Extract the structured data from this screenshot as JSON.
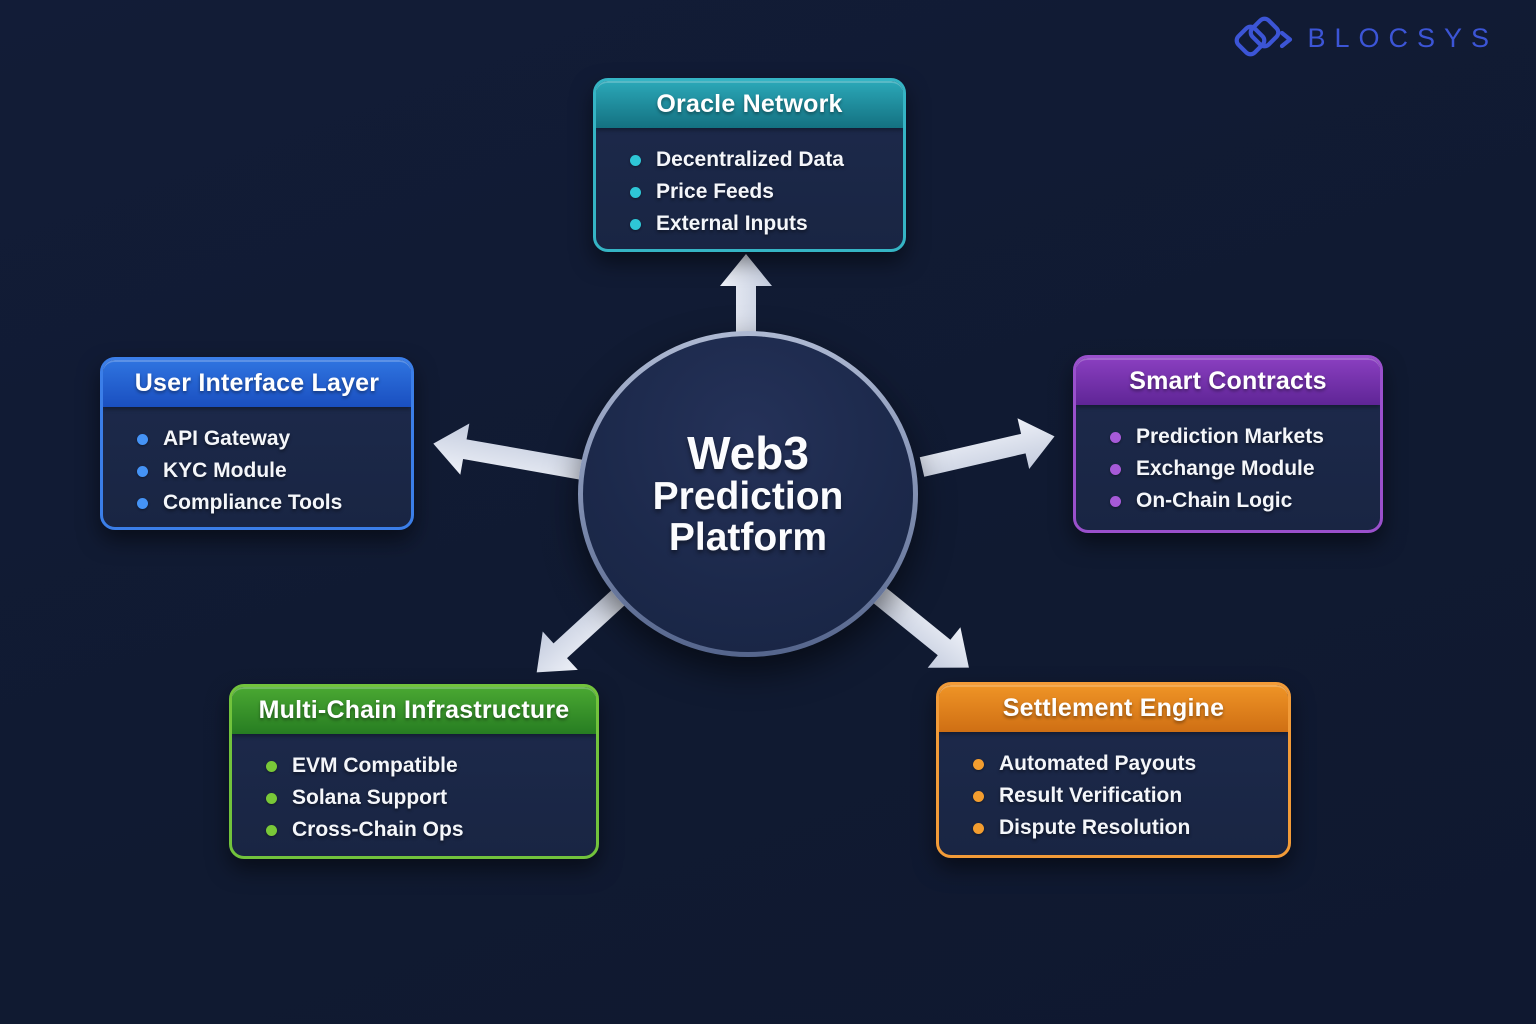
{
  "logo": {
    "label": "BLOCSYS",
    "icon": "blocsys-chainlink-icon",
    "color": "#3c55d6"
  },
  "center": {
    "line1": "Web3",
    "line2": "Prediction",
    "line3": "Platform"
  },
  "boxes": {
    "oracle": {
      "title": "Oracle Network",
      "items": [
        "Decentralized Data",
        "Price Feeds",
        "External Inputs"
      ],
      "colors": {
        "border": "#35b4c4",
        "head1": "#2ba8b8",
        "head2": "#147181",
        "bullet": "#2ec6d6"
      }
    },
    "ui": {
      "title": "User Interface Layer",
      "items": [
        "API Gateway",
        "KYC Module",
        "Compliance Tools"
      ],
      "colors": {
        "border": "#3b7ee8",
        "head1": "#2f74e0",
        "head2": "#1a4fc0",
        "bullet": "#4593f5"
      }
    },
    "contracts": {
      "title": "Smart Contracts",
      "items": [
        "Prediction Markets",
        "Exchange Module",
        "On-Chain Logic"
      ],
      "colors": {
        "border": "#9a50cc",
        "head1": "#8a3fc0",
        "head2": "#5f2596",
        "bullet": "#a65ad8"
      }
    },
    "multichain": {
      "title": "Multi-Chain Infrastructure",
      "items": [
        "EVM Compatible",
        "Solana Support",
        "Cross-Chain Ops"
      ],
      "colors": {
        "border": "#72c33c",
        "head1": "#4aa832",
        "head2": "#277d22",
        "bullet": "#79c838"
      }
    },
    "settlement": {
      "title": "Settlement Engine",
      "items": [
        "Automated Payouts",
        "Result Verification",
        "Dispute Resolution"
      ],
      "colors": {
        "border": "#f29b38",
        "head1": "#ef9426",
        "head2": "#cf6f14",
        "bullet": "#f39d2f"
      }
    }
  },
  "arrow_color": "#dde2ee"
}
